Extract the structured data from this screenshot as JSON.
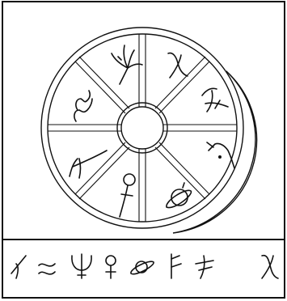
{
  "diagram": {
    "wheel": {
      "segments": 8,
      "center_glyph": "empty-circle",
      "segment_glyphs": [
        {
          "position": "top-left",
          "icon": "trident-branch-icon"
        },
        {
          "position": "top",
          "icon": "chi-hook-icon"
        },
        {
          "position": "upper-right",
          "icon": "crossed-hook-icon"
        },
        {
          "position": "right",
          "icon": "dotted-arc-icon"
        },
        {
          "position": "lower-right",
          "icon": "ringed-planet-icon"
        },
        {
          "position": "bottom",
          "icon": "venus-staff-icon"
        },
        {
          "position": "left",
          "icon": "bent-stem-icon"
        },
        {
          "position": "upper-left",
          "icon": "double-wave-icon"
        }
      ]
    },
    "symbol_row": [
      {
        "icon": "slash-curl-icon"
      },
      {
        "icon": "approx-wave-icon"
      },
      {
        "icon": "trident-icon"
      },
      {
        "icon": "small-venus-icon"
      },
      {
        "icon": "small-ringed-planet-icon"
      },
      {
        "icon": "flag-stem-icon"
      },
      {
        "icon": "crossed-stem-icon"
      },
      {
        "icon": "chi-icon"
      }
    ],
    "colors": {
      "ink": "#111111",
      "paper": "#ffffff"
    }
  }
}
